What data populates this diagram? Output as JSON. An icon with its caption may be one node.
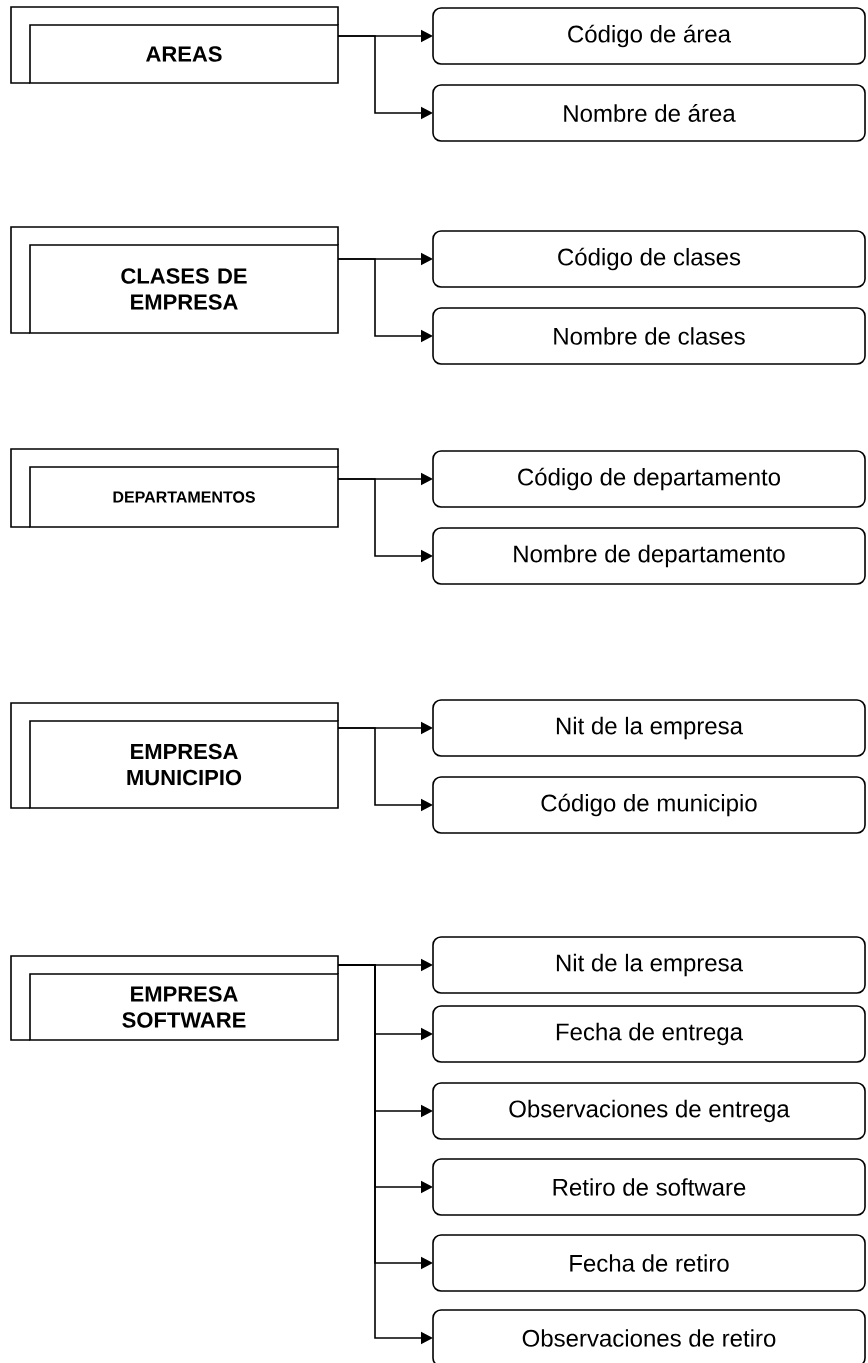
{
  "diagram": {
    "nodes": [
      {
        "text": [
          "AREAS"
        ]
      },
      {
        "text": [
          "Código de área"
        ]
      },
      {
        "text": [
          "Nombre de área"
        ]
      },
      {
        "text": [
          "CLASES DE EMPRESA"
        ]
      },
      {
        "text": [
          "Código de clases"
        ]
      },
      {
        "text": [
          "Nombre de clases"
        ]
      },
      {
        "text": [
          "DEPARTAMENTOS"
        ]
      },
      {
        "text": [
          "Código de departamento"
        ]
      },
      {
        "text": [
          "Nombre de departamento"
        ]
      },
      {
        "text": [
          "EMPRESA MUNICIPIO"
        ]
      },
      {
        "text": [
          "Nit de la empresa"
        ]
      },
      {
        "text": [
          "Código de municipio"
        ]
      },
      {
        "text": [
          "EMPRESA SOFTWARE"
        ]
      },
      {
        "text": [
          "Nit de la empresa"
        ]
      },
      {
        "text": [
          "Fecha de entrega"
        ]
      },
      {
        "text": [
          "Observaciones de entrega"
        ]
      },
      {
        "text": [
          "Retiro de software"
        ]
      },
      {
        "text": [
          "Fecha de retiro"
        ]
      },
      {
        "text": [
          "Observaciones de retiro"
        ]
      }
    ],
    "edges": [
      {
        "from": 0,
        "to": 1,
        "arrow": "to"
      },
      {
        "from": 0,
        "to": 2,
        "arrow": "to"
      },
      {
        "from": 3,
        "to": 4,
        "arrow": "to"
      },
      {
        "from": 3,
        "to": 5,
        "arrow": "to"
      },
      {
        "from": 6,
        "to": 7,
        "arrow": "to"
      },
      {
        "from": 6,
        "to": 8,
        "arrow": "to"
      },
      {
        "from": 9,
        "to": 10,
        "arrow": "to"
      },
      {
        "from": 9,
        "to": 11,
        "arrow": "to"
      },
      {
        "from": 12,
        "to": 13,
        "arrow": "to"
      },
      {
        "from": 12,
        "to": 14,
        "arrow": "to"
      },
      {
        "from": 12,
        "to": 15,
        "arrow": "to"
      },
      {
        "from": 12,
        "to": 16,
        "arrow": "to"
      },
      {
        "from": 12,
        "to": 17,
        "arrow": "to"
      },
      {
        "from": 12,
        "to": 18,
        "arrow": "to"
      }
    ]
  }
}
